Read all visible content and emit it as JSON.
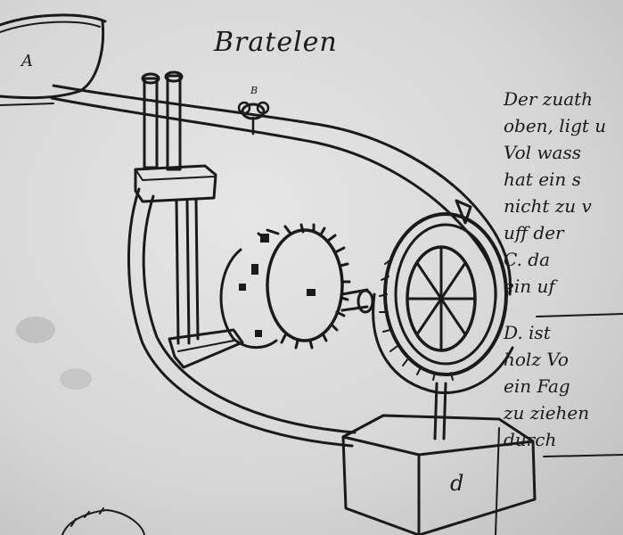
{
  "document": {
    "title": "Bratelen",
    "labels": {
      "a": "A",
      "b": "B",
      "box": "d"
    },
    "notes": [
      "Der zuath",
      "oben, ligt u",
      "Vol wass",
      "hat ein s",
      "nicht zu v",
      "uff der",
      "C. da",
      "ein uf",
      "D. ist",
      "holz Vo",
      "ein Fag",
      "zu ziehen",
      "durch"
    ]
  }
}
